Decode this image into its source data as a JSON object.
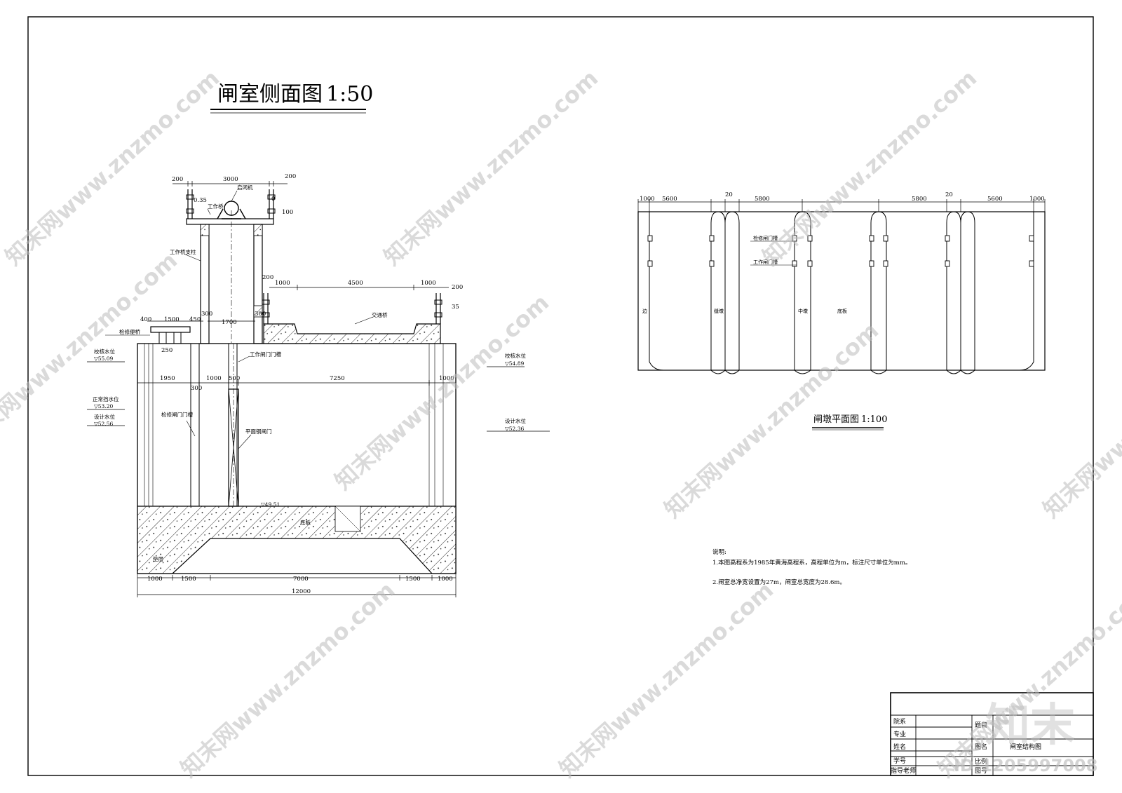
{
  "titles": {
    "side_view": "闸室侧面图",
    "side_scale": "1:50",
    "plan_view": "闸墩平面图",
    "plan_scale": "1:100"
  },
  "side_labels": {
    "hoist": "启闭机",
    "work_bridge": "工作桥",
    "work_bridge_column": "工作桥支柱",
    "maint_bridge": "检修便桥",
    "traffic_bridge": "交通桥",
    "work_gate_slot": "工作闸门门槽",
    "maint_gate_slot": "检修闸门门槽",
    "flat_steel_gate": "平面钢闸门",
    "base": "底板",
    "cushion": "垫层",
    "upstream_check_wl": "校核水位",
    "upstream_check_val": "▽55.09",
    "upstream_normal_wl": "正常挡水位",
    "upstream_normal_val": "▽53.20",
    "upstream_design_wl": "设计水位",
    "upstream_design_val": "▽52.56",
    "downstream_check_wl": "校核水位",
    "downstream_check_val": "▽54.89",
    "downstream_design_wl": "设计水位",
    "downstream_design_val": "▽52.36",
    "floor_elev": "▽49.51"
  },
  "side_dims": {
    "d200a": "200",
    "d3000": "3000",
    "d200b": "200",
    "d0_35": "0.35",
    "d0": "0",
    "d100": "100",
    "d1000a": "1000",
    "d4500": "4500",
    "d1000b": "1000",
    "d200c": "200",
    "d35": "35",
    "d200d": "200",
    "d400": "400",
    "d1500": "1500",
    "d450": "450",
    "d300a": "300",
    "d1700": "1700",
    "d300b": "300",
    "d250": "250",
    "d1950": "1950",
    "d1000c": "1000",
    "d500": "500",
    "d7250": "7250",
    "d1000d": "1000",
    "d300c": "300",
    "b1000a": "1000",
    "b1500a": "1500",
    "b7000": "7000",
    "b1500b": "1500",
    "b1000b": "1000",
    "b12000": "12000"
  },
  "plan_dims": {
    "p1000a": "1000",
    "p5600a": "5600",
    "p20a": "20",
    "p5800a": "5800",
    "p5800b": "5800",
    "p20b": "20",
    "p5600b": "5600",
    "p1000b": "1000"
  },
  "plan_labels": {
    "maint_slot": "检修闸门槽",
    "work_slot": "工作闸门槽",
    "edge": "边",
    "seam": "缝墩",
    "mid": "中墩",
    "base": "底板"
  },
  "notes": {
    "heading": "说明:",
    "line1": "1.本图高程系为1985年黄海高程系，高程单位为m，标注尺寸单位为mm。",
    "line2": "2.闸室总净宽设置为27m，闸室总宽度为28.6m。"
  },
  "title_block": {
    "dept": "院系",
    "major": "专业",
    "name": "姓名",
    "student_id": "学号",
    "advisor": "指导老师",
    "topic": "题目",
    "drawing_name": "图名",
    "drawing_name_val": "闸室结构图",
    "scale": "比例",
    "drawing_no": "图号"
  },
  "watermark": {
    "text": "知末网www.znzmo.com",
    "logo": "知末",
    "id": "ID:1205997008"
  }
}
